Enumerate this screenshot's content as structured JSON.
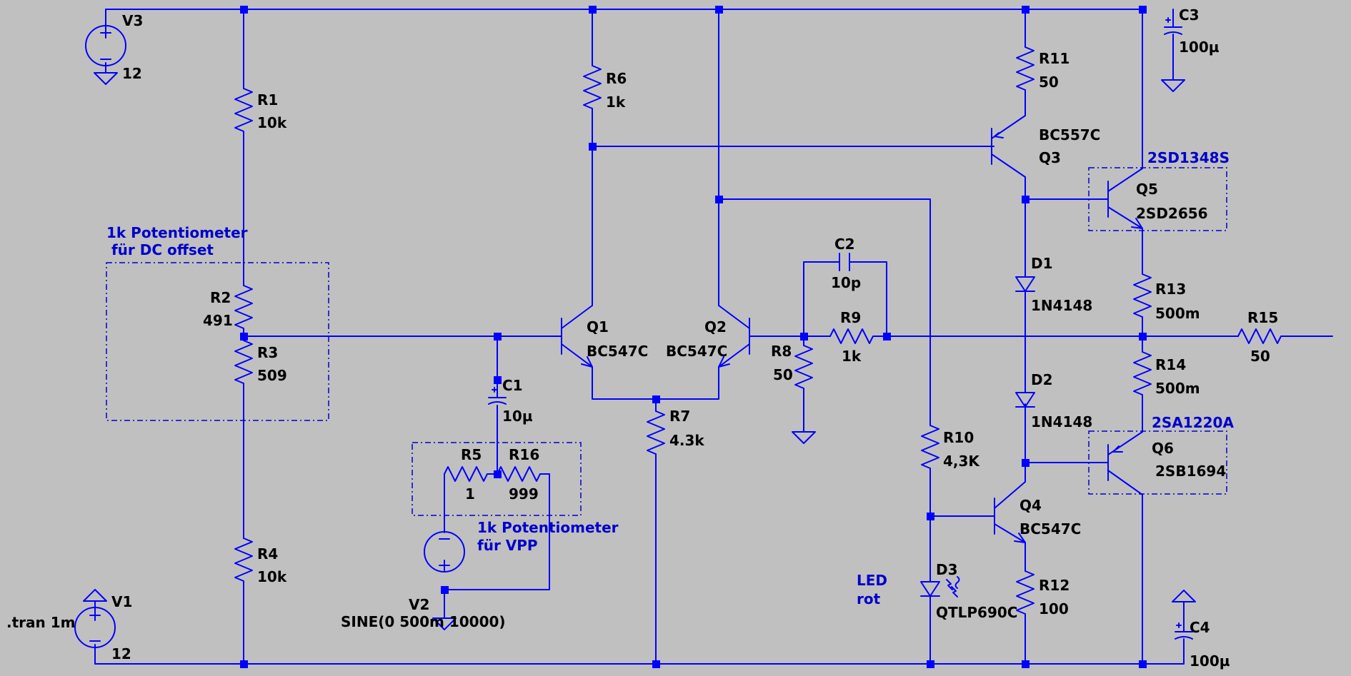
{
  "colors": {
    "background": "#c0c0c0",
    "wire": "#0000ff",
    "label": "#000000",
    "comment": "#0000cc"
  },
  "components": {
    "V3": {
      "name": "V3",
      "value": "12"
    },
    "V1": {
      "name": "V1",
      "value": "12"
    },
    "V2": {
      "name": "V2",
      "value": "SINE(0 500m 10000)"
    },
    "R1": {
      "name": "R1",
      "value": "10k"
    },
    "R2": {
      "name": "R2",
      "value": "491"
    },
    "R3": {
      "name": "R3",
      "value": "509"
    },
    "R4": {
      "name": "R4",
      "value": "10k"
    },
    "R5": {
      "name": "R5",
      "value": "1"
    },
    "R16": {
      "name": "R16",
      "value": "999"
    },
    "R6": {
      "name": "R6",
      "value": "1k"
    },
    "R7": {
      "name": "R7",
      "value": "4.3k"
    },
    "R8": {
      "name": "R8",
      "value": "50"
    },
    "R9": {
      "name": "R9",
      "value": "1k"
    },
    "R10": {
      "name": "R10",
      "value": "4,3K"
    },
    "R11": {
      "name": "R11",
      "value": "50"
    },
    "R12": {
      "name": "R12",
      "value": "100"
    },
    "R13": {
      "name": "R13",
      "value": "500m"
    },
    "R14": {
      "name": "R14",
      "value": "500m"
    },
    "R15": {
      "name": "R15",
      "value": "50"
    },
    "C1": {
      "name": "C1",
      "value": "10µ"
    },
    "C2": {
      "name": "C2",
      "value": "10p"
    },
    "C3": {
      "name": "C3",
      "value": "100µ"
    },
    "C4": {
      "name": "C4",
      "value": "100µ"
    },
    "Q1": {
      "name": "Q1",
      "value": "BC547C"
    },
    "Q2": {
      "name": "Q2",
      "value": "BC547C"
    },
    "Q3": {
      "name": "Q3",
      "value": "BC557C"
    },
    "Q4": {
      "name": "Q4",
      "value": "BC547C"
    },
    "Q5": {
      "name": "Q5",
      "value": "2SD2656",
      "alt": "2SD1348S"
    },
    "Q6": {
      "name": "Q6",
      "value": "2SB1694",
      "alt": "2SA1220A"
    },
    "D1": {
      "name": "D1",
      "value": "1N4148"
    },
    "D2": {
      "name": "D2",
      "value": "1N4148"
    },
    "D3": {
      "name": "D3",
      "value": "QTLP690C"
    }
  },
  "directive": ".tran 1m",
  "comments": {
    "pot_dc_1": "1k Potentiometer",
    "pot_dc_2": " für DC offset",
    "pot_vpp_1": "1k Potentiometer",
    "pot_vpp_2": "für VPP",
    "led_1": "LED",
    "led_2": "rot"
  }
}
